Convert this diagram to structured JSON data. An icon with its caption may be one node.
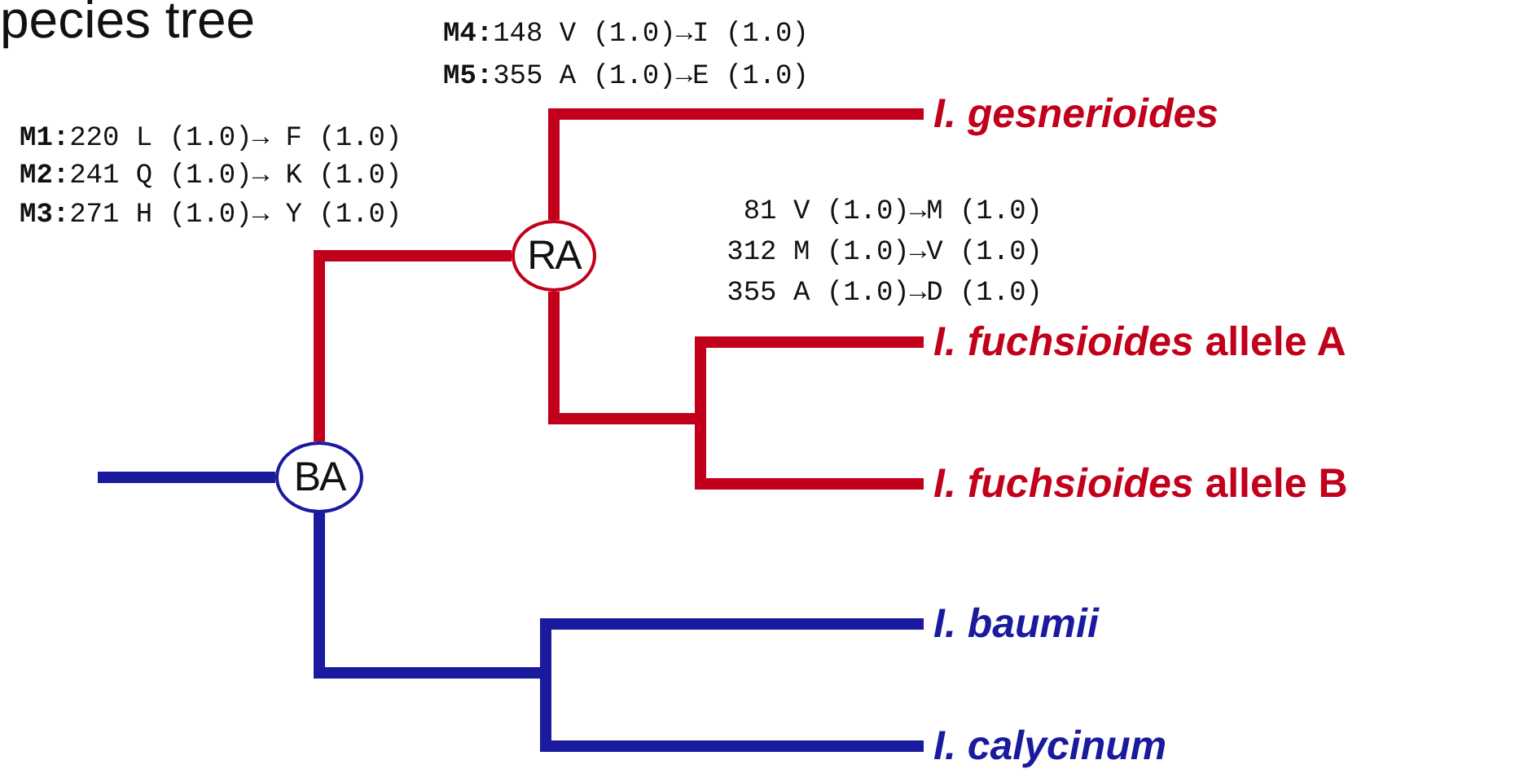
{
  "diagram": {
    "title": "pecies tree",
    "nodes": [
      {
        "text": [
          "BA"
        ]
      },
      {
        "text": [
          "RA"
        ]
      },
      {
        "text": [
          "I. gesnerioides"
        ]
      },
      {
        "text": [
          "*I. fuchsioides* allele A"
        ]
      },
      {
        "text": [
          "*I. fuchsioides* allele B"
        ]
      },
      {
        "text": [
          "I. baumii"
        ]
      },
      {
        "text": [
          "I. calycinum"
        ]
      }
    ],
    "edges": [
      {
        "from": null,
        "to": 0,
        "arrow": "none",
        "color": "#1a1a9e"
      },
      {
        "from": 0,
        "to": 1,
        "arrow": "none"
      },
      {
        "from": 1,
        "to": 2,
        "arrow": "none"
      },
      {
        "from": 1,
        "to": 3,
        "arrow": "none"
      },
      {
        "from": 1,
        "to": 4,
        "arrow": "none"
      },
      {
        "from": 0,
        "to": 5,
        "arrow": "none",
        "color": "#1a1a9e"
      },
      {
        "from": 0,
        "to": 6,
        "arrow": "none",
        "color": "#1a1a9e"
      }
    ],
    "labels": [
      "**M4:**148 V (1.0)→I (1.0)",
      "**M5:**355 A (1.0)→E (1.0)",
      "**M1:**220 L (1.0)→ F (1.0)",
      "**M2:**241 Q (1.0)→ K (1.0)",
      "**M3:**271 H (1.0)→ Y (1.0)",
      "81 V (1.0)→M (1.0)",
      "312 M (1.0)→V (1.0)",
      "355 A (1.0)→D (1.0)"
    ]
  }
}
